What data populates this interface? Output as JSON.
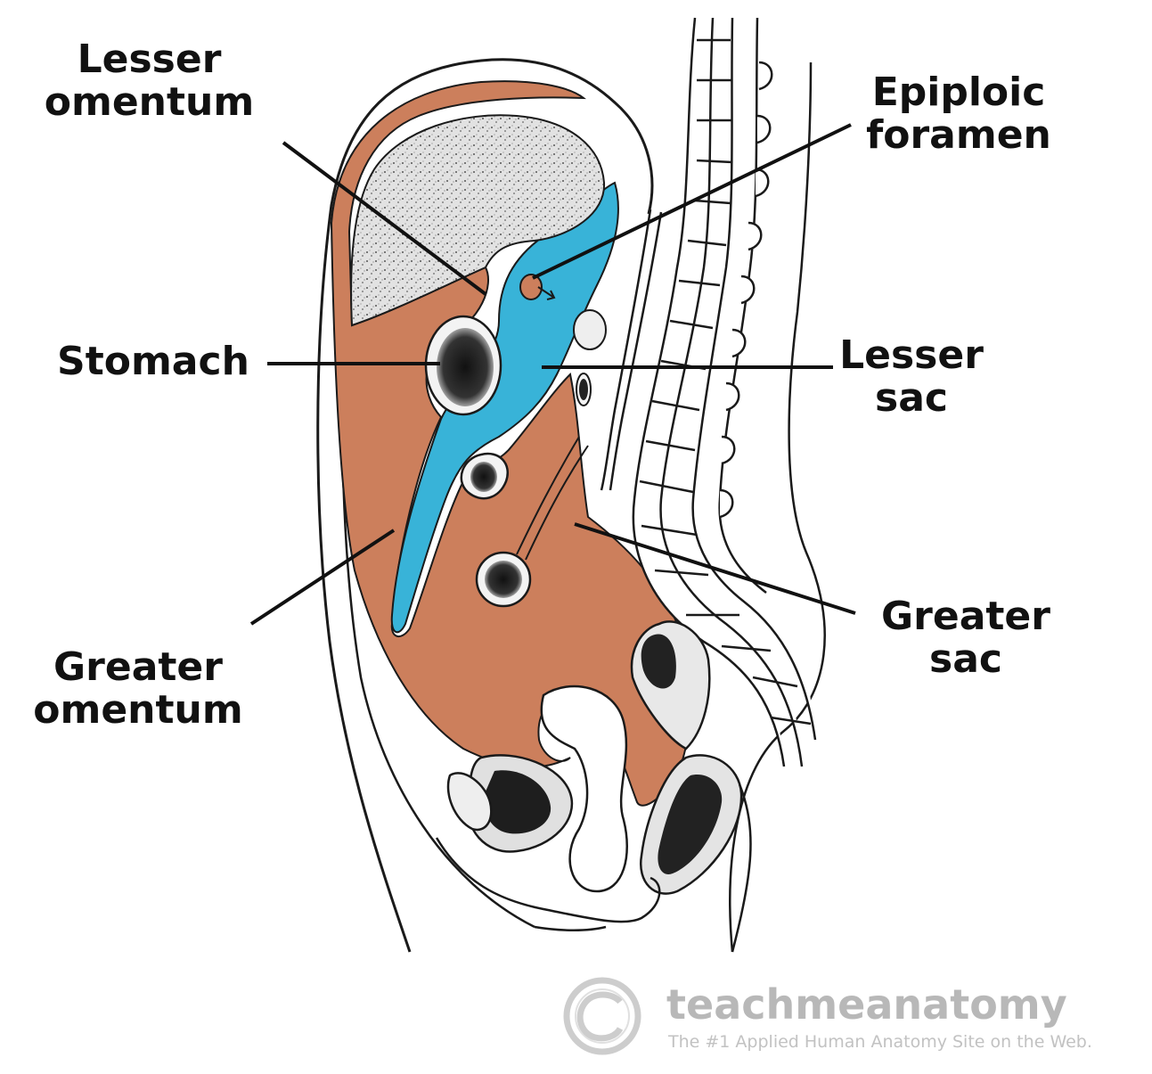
{
  "colors": {
    "peritoneal_cavity": "#cc7f5c",
    "lesser_sac": "#38b3d8",
    "outline": "#1a1a1a",
    "watermark": "#bdbdbd"
  },
  "labels": {
    "lesser_omentum": [
      "Lesser",
      "omentum"
    ],
    "epiploic_foramen": [
      "Epiploic",
      "foramen"
    ],
    "stomach": [
      "Stomach"
    ],
    "lesser_sac": [
      "Lesser",
      "sac"
    ],
    "greater_omentum": [
      "Greater",
      "omentum"
    ],
    "greater_sac": [
      "Greater",
      "sac"
    ]
  },
  "watermark": {
    "symbol": "©",
    "brand": "teachmeanatomy",
    "tagline": "The #1 Applied Human Anatomy Site on the Web."
  }
}
